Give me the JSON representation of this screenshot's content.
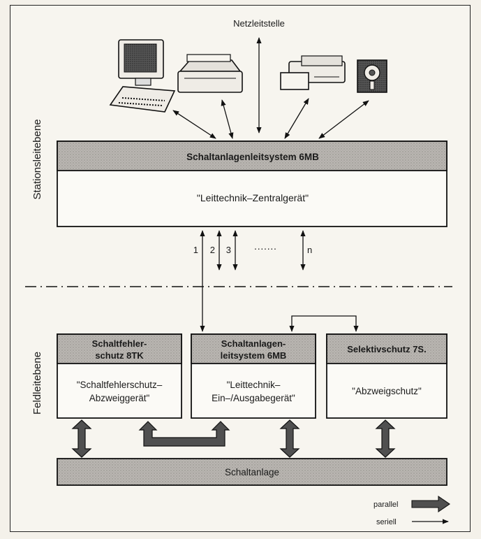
{
  "top_label": "Netzleitstelle",
  "levels": {
    "station": "Stationsleitebene",
    "field": "Feldleitebene"
  },
  "central": {
    "title": "Schaltanlagenleitsystem 6MB",
    "subtitle": "\"Leittechnik–Zentralgerät\""
  },
  "channels": {
    "c1": "1",
    "c2": "2",
    "c3": "3",
    "dots": "·······",
    "cn": "n"
  },
  "field_boxes": [
    {
      "title_lines": [
        "Schaltfehler-",
        "schutz 8TK"
      ],
      "body_lines": [
        "\"Schaltfehlerschutz–",
        "Abzweiggerät\""
      ]
    },
    {
      "title_lines": [
        "Schaltanlagen-",
        "leitsystem 6MB"
      ],
      "body_lines": [
        "\"Leittechnik–",
        "Ein–/Ausgabegerät\""
      ]
    },
    {
      "title_lines": [
        "Selektivschutz 7S."
      ],
      "body_lines": [
        "\"Abzweigschutz\""
      ]
    }
  ],
  "switchgear": "Schaltanlage",
  "legend": {
    "parallel": "parallel",
    "serial": "seriell"
  },
  "devices": [
    "computer-terminal-icon",
    "printer-icon",
    "recorder-icon",
    "disk-drive-icon"
  ]
}
